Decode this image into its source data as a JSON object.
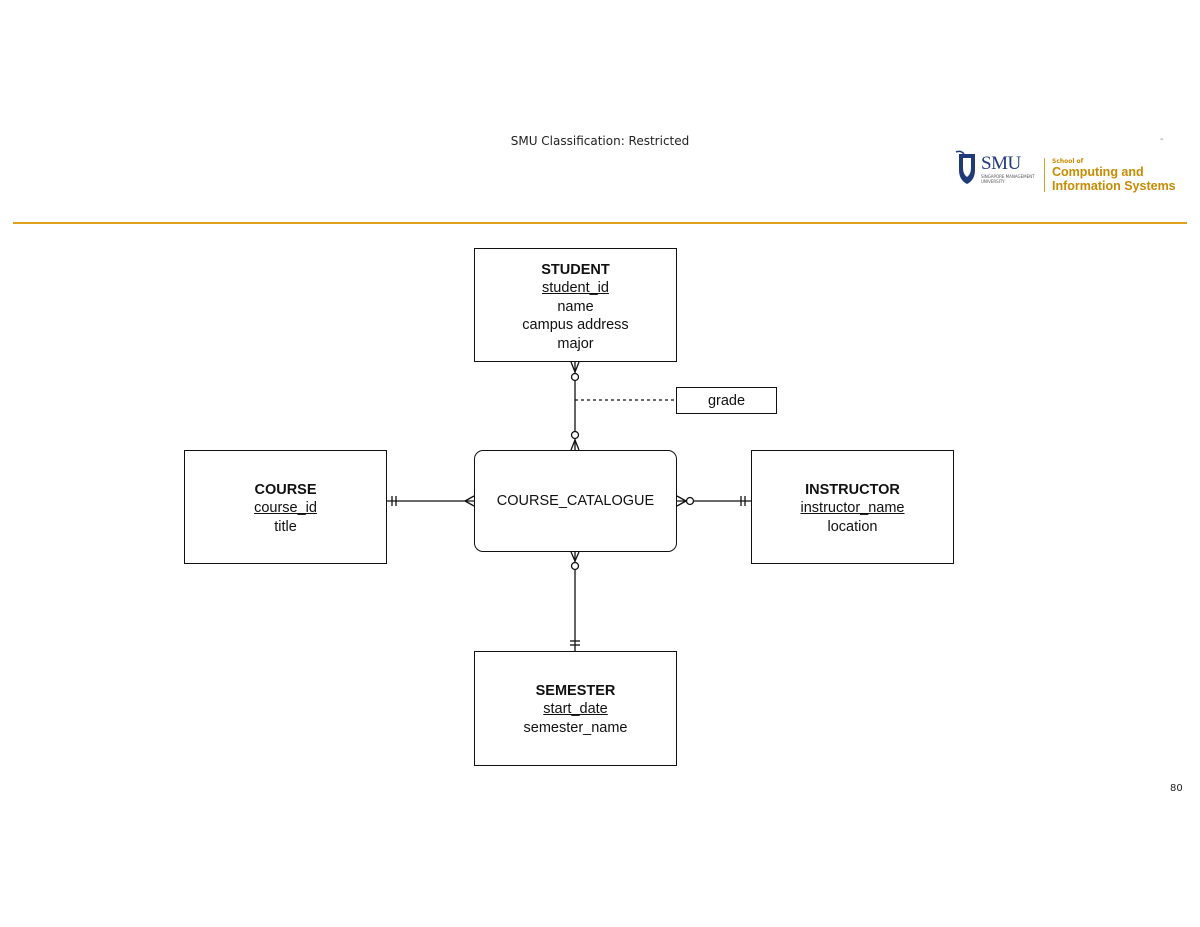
{
  "header": {
    "classification": "SMU Classification: Restricted",
    "dash": "-"
  },
  "logo": {
    "brand": "SMU",
    "fine_print": "SINGAPORE MANAGEMENT UNIVERSITY",
    "school_prefix": "School of",
    "school_line1": "Computing and",
    "school_line2": "Information Systems",
    "accent_color": "#c98b00",
    "brand_color": "#1f3a7a"
  },
  "accent_rule_color": "#e0a21c",
  "page_number": "80",
  "diagram": {
    "student": {
      "name": "STUDENT",
      "attributes": [
        "student_id",
        "name",
        "campus address",
        "major"
      ],
      "primary_key": "student_id"
    },
    "course": {
      "name": "COURSE",
      "attributes": [
        "course_id",
        "title"
      ],
      "primary_key": "course_id"
    },
    "instructor": {
      "name": "INSTRUCTOR",
      "attributes": [
        "instructor_name",
        "location"
      ],
      "primary_key": "instructor_name"
    },
    "semester": {
      "name": "SEMESTER",
      "attributes": [
        "start_date",
        "semester_name"
      ],
      "primary_key": "start_date"
    },
    "associative": {
      "name": "COURSE_CATALOGUE"
    },
    "relationship_attribute": {
      "label": "grade"
    },
    "relationships": [
      {
        "from": "STUDENT",
        "to": "COURSE_CATALOGUE",
        "from_cardinality": "zero-or-many",
        "to_cardinality": "zero-or-many"
      },
      {
        "from": "COURSE",
        "to": "COURSE_CATALOGUE",
        "from_cardinality": "one-and-only-one",
        "to_cardinality": "many"
      },
      {
        "from": "INSTRUCTOR",
        "to": "COURSE_CATALOGUE",
        "from_cardinality": "one-and-only-one",
        "to_cardinality": "zero-or-many"
      },
      {
        "from": "SEMESTER",
        "to": "COURSE_CATALOGUE",
        "from_cardinality": "one-and-only-one",
        "to_cardinality": "zero-or-many"
      }
    ]
  }
}
